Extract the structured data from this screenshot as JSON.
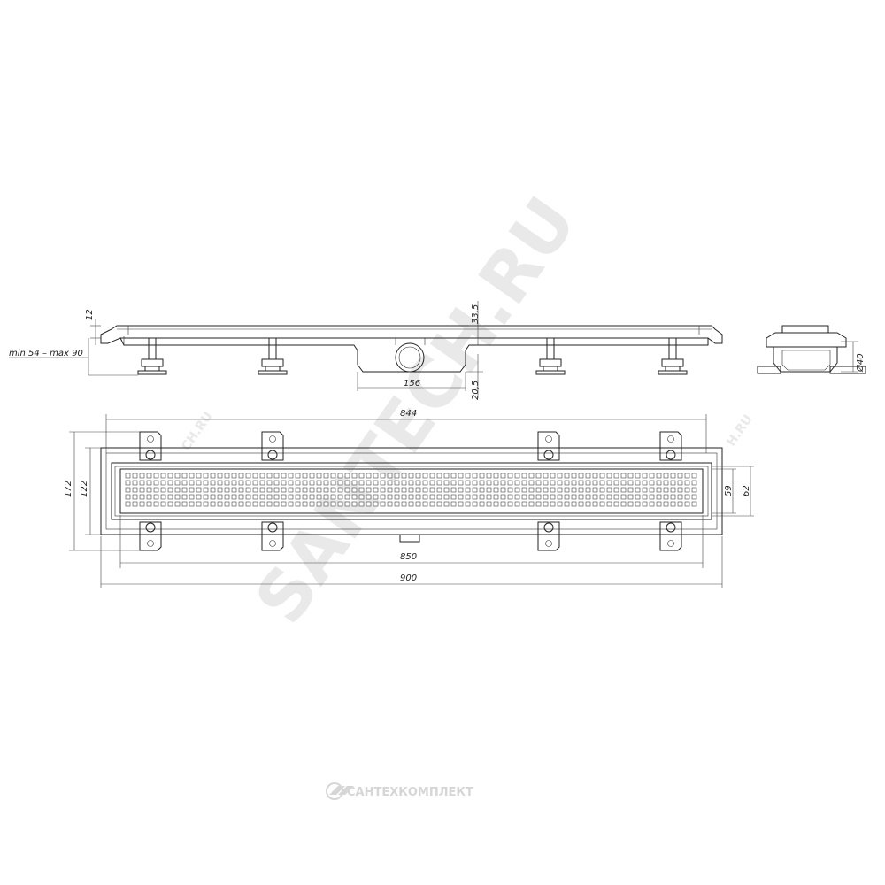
{
  "dimensions": {
    "top_flange": "12",
    "height_range": "min 54 – max 90",
    "outlet_height": "33,5",
    "outlet_offset": "156",
    "outlet_drop": "20,5",
    "outlet_diameter": "Ø40",
    "inner_length": "844",
    "grate_length": "850",
    "total_length": "900",
    "total_width": "172",
    "frame_width": "122",
    "grate_width": "59",
    "channel_width": "62"
  },
  "watermark": {
    "main": "SANTECH.RU",
    "logo_text": "САНТЕХКОМПЛЕКТ",
    "side_left": "CH.RU",
    "side_right": "H.RU"
  },
  "colors": {
    "line": "#222222",
    "watermark": "#e9e9e9",
    "logo": "#d6d6d6"
  }
}
